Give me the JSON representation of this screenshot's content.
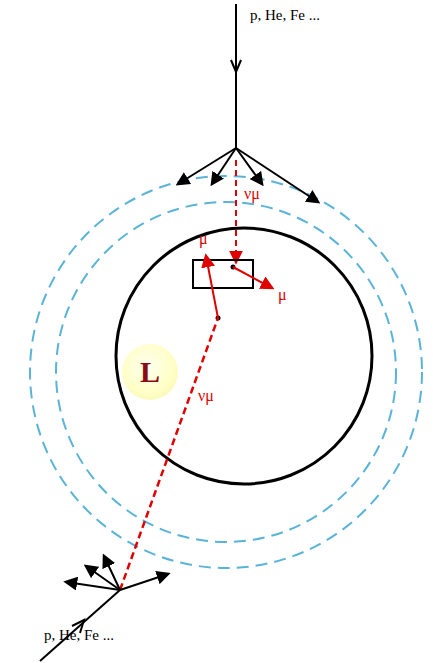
{
  "diagram": {
    "nodes": [
      {
        "text": [
          "L"
        ]
      }
    ],
    "labels": [
      "p, He, Fe ...",
      "νμ",
      "μ",
      "μ",
      "νμ",
      "p, He, Fe ..."
    ]
  }
}
